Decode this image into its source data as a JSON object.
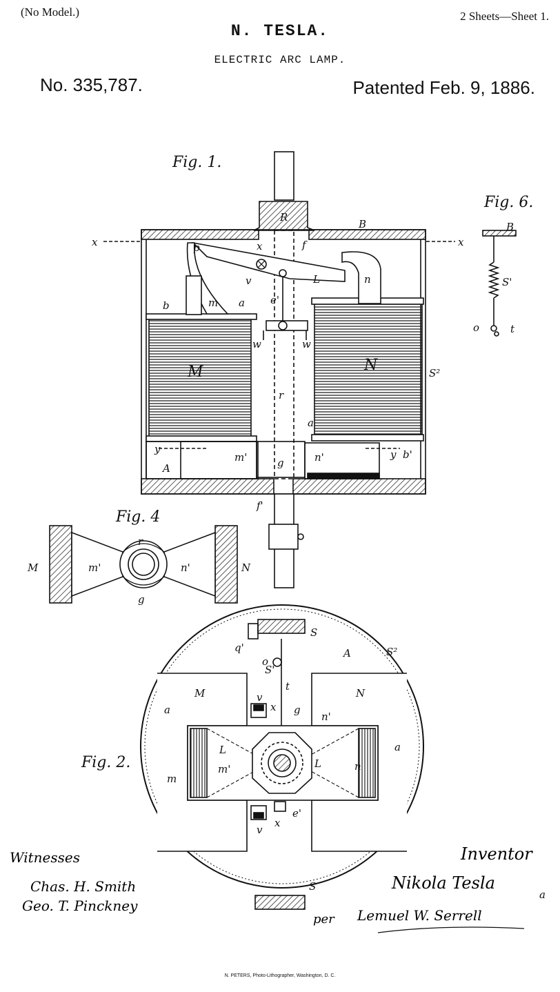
{
  "header": {
    "model_note": "(No Model.)",
    "sheets": "2 Sheets—Sheet 1.",
    "inventor": "N. TESLA.",
    "title": "ELECTRIC ARC LAMP.",
    "patent_number": "No. 335,787.",
    "patent_date": "Patented Feb. 9, 1886."
  },
  "figures": {
    "fig1": {
      "caption": "Fig. 1.",
      "labels": {
        "x_left": "x",
        "x_right": "x",
        "p": "p",
        "x_lever": "x",
        "f": "f",
        "B": "B",
        "v": "v",
        "L": "L",
        "n": "n",
        "m": "m",
        "a_top": "a",
        "b": "b",
        "e1": "e'",
        "w_left": "w",
        "w_right": "w",
        "M": "M",
        "N": "N",
        "r": "r",
        "S2": "S²",
        "a_bottom": "a",
        "y_left": "y",
        "y_right": "y",
        "b_right": "b'",
        "m1": "m'",
        "g": "g",
        "n1": "n'",
        "A": "A",
        "R": "R",
        "f1": "f'"
      }
    },
    "fig4": {
      "caption": "Fig. 4",
      "labels": {
        "M": "M",
        "m1": "m'",
        "r": "r",
        "n1": "n'",
        "N": "N",
        "g": "g"
      }
    },
    "fig6": {
      "caption": "Fig. 6.",
      "labels": {
        "B": "B",
        "S1": "S'",
        "o": "o",
        "t": "t"
      }
    },
    "fig2": {
      "caption": "Fig. 2.",
      "labels": {
        "S_top": "S",
        "q": "q'",
        "A": "A",
        "S2": "S²",
        "o": "o",
        "s1": "S'",
        "M": "M",
        "N": "N",
        "t": "t",
        "v_top": "v",
        "x_top": "x",
        "a_left": "a",
        "a_right": "a",
        "g": "g",
        "n1": "n'",
        "L_left": "L",
        "L_right": "L",
        "m1": "m'",
        "m": "m",
        "n": "n",
        "e1": "e'",
        "x_bottom": "x",
        "v_bottom": "v",
        "S_bottom": "S"
      }
    }
  },
  "signatures": {
    "witnesses_label": "Witnesses",
    "witness_1": "Chas. H. Smith",
    "witness_2": "Geo. T. Pinckney",
    "inventor_label": "Inventor",
    "inventor_name": "Nikola Tesla",
    "attorney_prefix": "per",
    "attorney_name": "Lemuel W. Serrell",
    "corner_mark": "a"
  },
  "footer": {
    "credit": "N. PETERS, Photo-Lithographer, Washington, D. C."
  }
}
